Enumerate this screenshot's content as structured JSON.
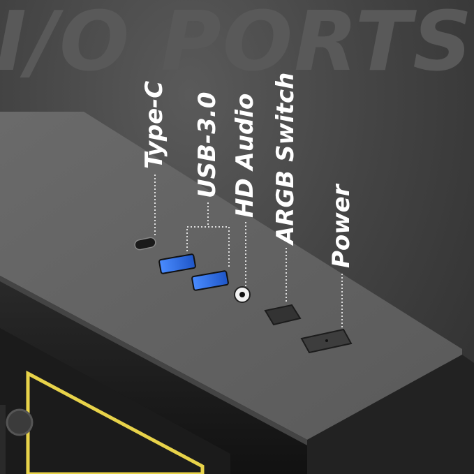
{
  "headline": "I/O PORTS",
  "ports": [
    {
      "id": "type-c",
      "label": "Type-C"
    },
    {
      "id": "usb",
      "label": "USB-3.0"
    },
    {
      "id": "hd-audio",
      "label": "HD Audio"
    },
    {
      "id": "argb",
      "label": "ARGB Switch"
    },
    {
      "id": "power",
      "label": "Power"
    }
  ],
  "colors": {
    "usb_blue": "#2f6fe0",
    "argb_yellow": "#e8d34a",
    "label_white": "#ffffff"
  }
}
